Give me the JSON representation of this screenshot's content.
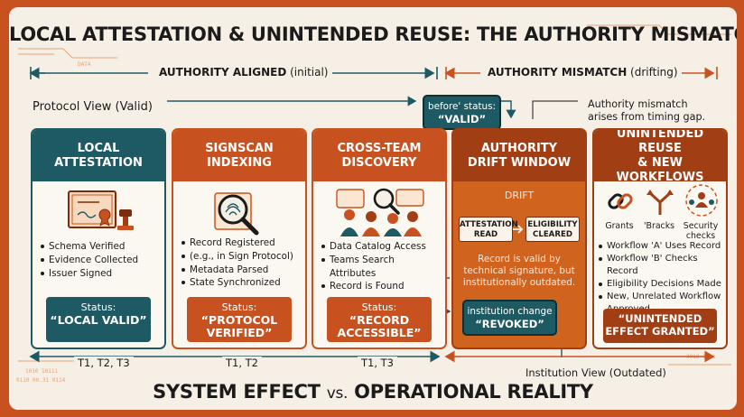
{
  "title": "LOCAL ATTESTATION & UNINTENDED REUSE: THE AUTHORITY MISMATCH",
  "footer": {
    "part1": "SYSTEM EFFECT",
    "vs": "vs.",
    "part2": "OPERATIONAL REALITY"
  },
  "deco": {
    "data": "DATA",
    "bits1": "1010  10111",
    "bits2": "0110  00.31  0114",
    "bits3": "3010  1011"
  },
  "bands": {
    "aligned_bold": "AUTHORITY ALIGNED",
    "aligned_rest": " (initial)",
    "mismatch_bold": "AUTHORITY MISMATCH",
    "mismatch_rest": " (drifting)"
  },
  "protocol_view": "Protocol View (Valid)",
  "before_status": {
    "label": "before' status:",
    "value": "“VALID”"
  },
  "note": [
    "Authority mismatch",
    "arises from timing gap."
  ],
  "cards": [
    {
      "title": [
        "LOCAL",
        "ATTESTATION"
      ],
      "icon": "certificate-icon",
      "bullets": [
        "Schema Verified",
        "Evidence Collected",
        "Issuer Signed"
      ],
      "status_label": "Status:",
      "status_value": "“LOCAL VALID”"
    },
    {
      "title": [
        "SIGNSCAN",
        "INDEXING"
      ],
      "icon": "magnifier-fingerprint-icon",
      "bullets": [
        "Record Registered",
        "(e.g., in Sign Protocol)",
        "Metadata Parsed",
        "State Synchronized"
      ],
      "status_label": "Status:",
      "status_value": "“PROTOCOL VERIFIED”"
    },
    {
      "title": [
        "CROSS-TEAM",
        "DISCOVERY"
      ],
      "icon": "team-search-icon",
      "bullets": [
        "Data Catalog Access",
        "Teams Search Attributes",
        "Record is Found"
      ],
      "status_label": "Status:",
      "status_value": "“RECORD ACCESSIBLE”"
    }
  ],
  "drift": {
    "title": [
      "AUTHORITY",
      "DRIFT WINDOW"
    ],
    "label": "DRIFT",
    "pill1": [
      "ATTESTATION",
      "READ"
    ],
    "pill2": [
      "ELIGIBILITY",
      "CLEARED"
    ],
    "desc": "Record is valid by technical signature, but institutionally outdated."
  },
  "institution_change": {
    "label": "institution change",
    "value": "“REVOKED”"
  },
  "reuse": {
    "title": [
      "UNINTENDED REUSE",
      "& NEW WORKFLOWS"
    ],
    "icons": [
      {
        "icon": "chain-link-icon",
        "label": "Grants"
      },
      {
        "icon": "branch-arrows-icon",
        "label": "'Bracks"
      },
      {
        "icon": "security-people-icon",
        "label": "Security checks"
      }
    ],
    "bullets": [
      "Workflow 'A' Uses Record",
      "Workflow 'B' Checks Record",
      "Eligibility Decisions Made",
      "New, Unrelated Workflow Approved."
    ],
    "status_value": "“UNINTENDED EFFECT GRANTED”"
  },
  "timeline": {
    "t1": "T1, T2, T3",
    "t2": "T1, T2",
    "t3": "T1, T3"
  },
  "institution_view": "Institution View (Outdated)",
  "colors": {
    "teal": "#1e5a63",
    "orange": "#c8521f",
    "dark_orange": "#a13e14",
    "cream": "#f6efe6"
  }
}
